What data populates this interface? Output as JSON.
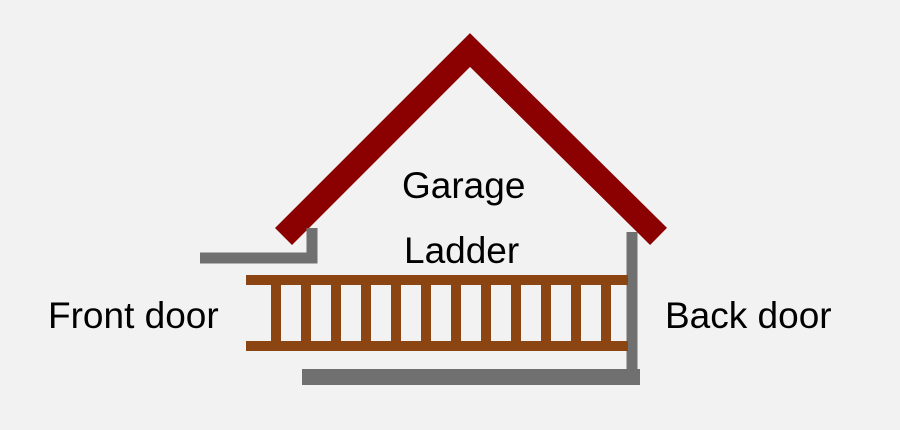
{
  "labels": {
    "garage": "Garage",
    "ladder": "Ladder",
    "front_door": "Front door",
    "back_door": "Back door"
  },
  "colors": {
    "background": "#f2f2f2",
    "roof": "#8b0000",
    "walls": "#707070",
    "ladder": "#8b4513",
    "text": "#000000"
  },
  "ladder": {
    "rungs": 12
  }
}
